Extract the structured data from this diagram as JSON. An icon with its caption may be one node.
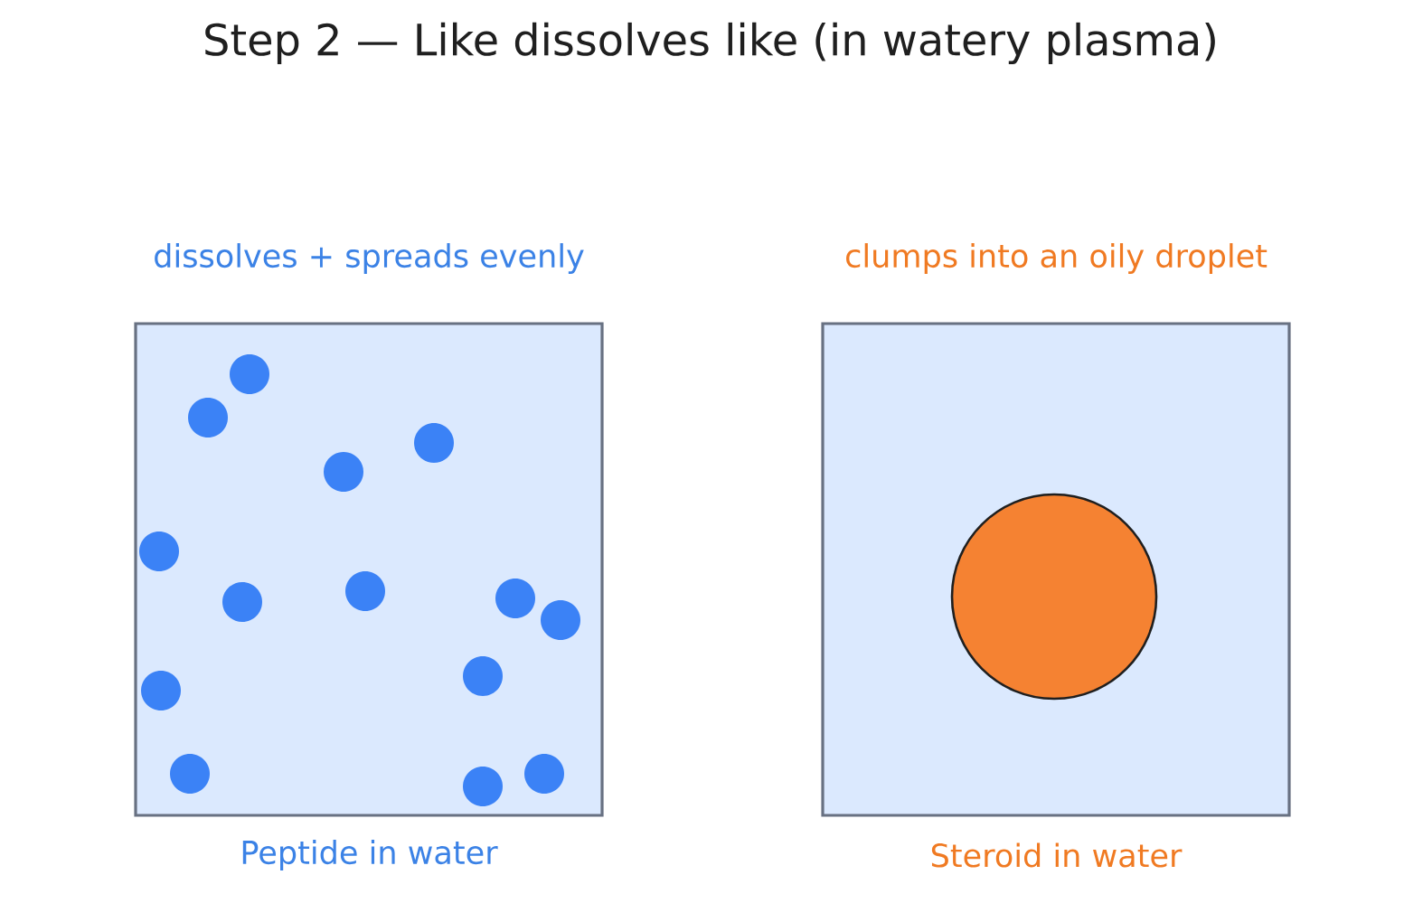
{
  "diagram": {
    "title": "Step 2 — Like dissolves like (in watery plasma)",
    "nodes": [
      {
        "text": [
          "dissolves + spreads evenly"
        ],
        "beside": [
          "Peptide in water"
        ]
      },
      {
        "text": [
          "clumps into an oily droplet"
        ],
        "beside": [
          "Steroid in water"
        ]
      },
      {
        "text": [],
        "shape": "circle",
        "in": 1
      }
    ]
  }
}
